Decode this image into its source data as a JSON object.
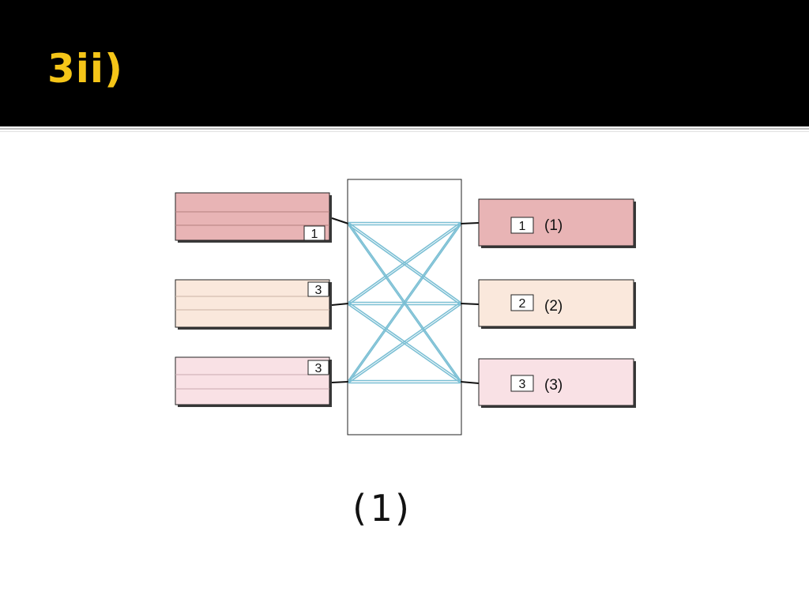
{
  "slide": {
    "title": "3ii)",
    "caption": "(1)"
  },
  "colors": {
    "title_text": "#f5c518",
    "title_bar": "#000000",
    "connector": "#7bbfd4",
    "row_1_fill": "#e8b4b5",
    "row_2_fill": "#fae8dc",
    "row_3_fill": "#f9e1e5"
  },
  "diagram": {
    "left_sources": [
      {
        "badge": "1"
      },
      {
        "badge": "3"
      },
      {
        "badge": "3"
      }
    ],
    "right_targets": [
      {
        "badge": "1",
        "label": "(1)"
      },
      {
        "badge": "2",
        "label": "(2)"
      },
      {
        "badge": "3",
        "label": "(3)"
      }
    ]
  }
}
